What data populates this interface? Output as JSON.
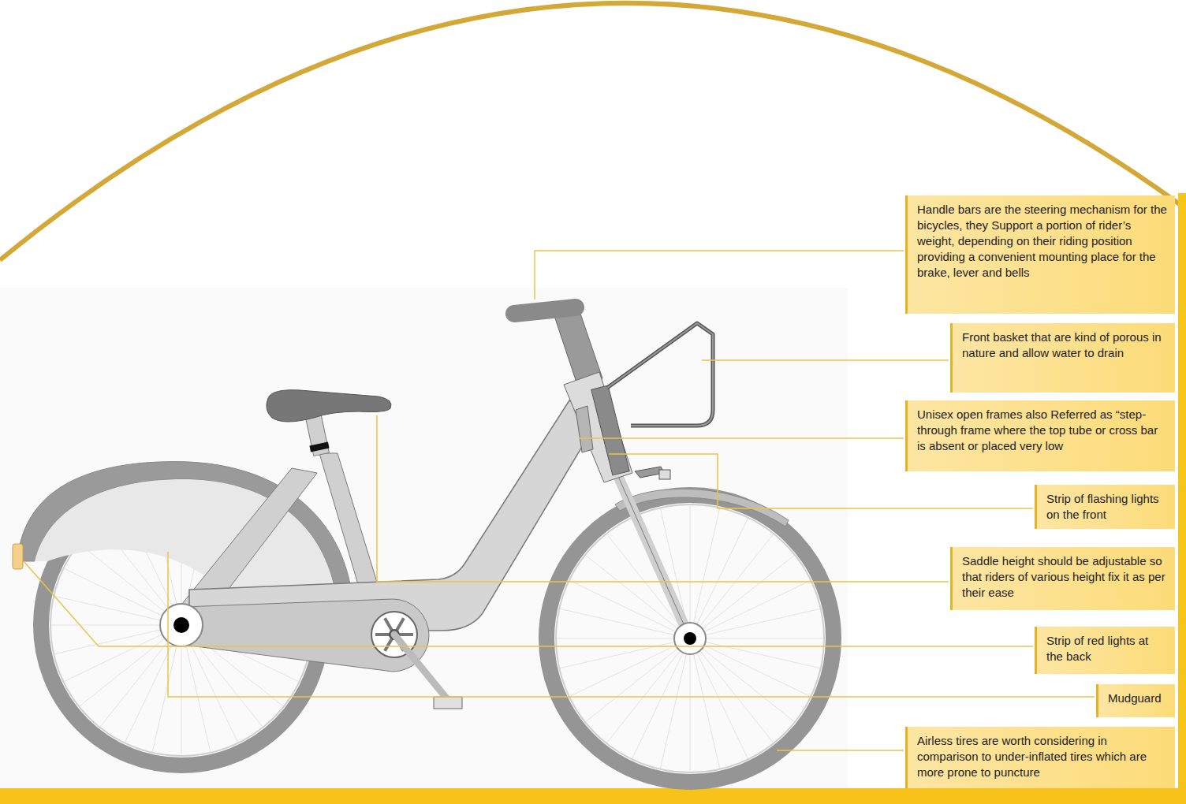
{
  "diagram": {
    "nodes": [
      {
        "text": [
          "Handle bars are the steering mechanism for the bicycles, they Support a portion of rider’s weight, depending on their riding position providing a convenient mounting place for the brake, lever and bells"
        ]
      },
      {
        "text": [
          "Front basket that are kind of porous in nature and allow water to drain"
        ]
      },
      {
        "text": [
          "Unisex open frames also Referred as “step-through frame where the top tube or cross bar is absent or placed very low"
        ]
      },
      {
        "text": [
          "Strip of flashing lights on the front"
        ]
      },
      {
        "text": [
          "Saddle height should be adjustable so that riders of various height fix it as per their ease"
        ]
      },
      {
        "text": [
          "Strip of red lights at the back"
        ]
      },
      {
        "text": [
          "Mudguard"
        ]
      },
      {
        "text": [
          "Airless tires are worth considering in comparison to under-inflated tires which are more prone to puncture"
        ]
      }
    ]
  }
}
